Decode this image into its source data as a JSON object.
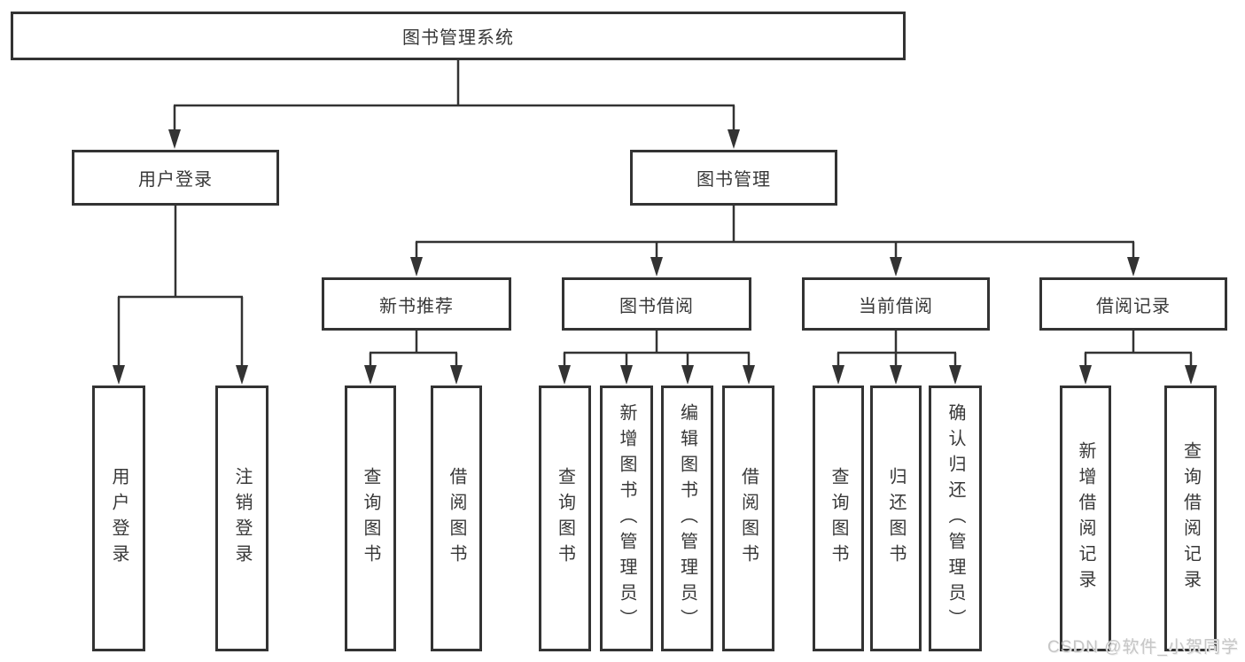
{
  "diagram": {
    "root": {
      "label": "图书管理系统"
    },
    "branches": [
      {
        "label": "用户登录",
        "children": [
          {
            "label": "用户登录"
          },
          {
            "label": "注销登录"
          }
        ]
      },
      {
        "label": "图书管理",
        "children": [
          {
            "label": "新书推荐",
            "children": [
              {
                "label": "查询图书"
              },
              {
                "label": "借阅图书"
              }
            ]
          },
          {
            "label": "图书借阅",
            "children": [
              {
                "label": "查询图书"
              },
              {
                "label": "新增图书（管理员）"
              },
              {
                "label": "编辑图书（管理员）"
              },
              {
                "label": "借阅图书"
              }
            ]
          },
          {
            "label": "当前借阅",
            "children": [
              {
                "label": "查询图书"
              },
              {
                "label": "归还图书"
              },
              {
                "label": "确认归还（管理员）"
              }
            ]
          },
          {
            "label": "借阅记录",
            "children": [
              {
                "label": "新增借阅记录"
              },
              {
                "label": "查询借阅记录"
              }
            ]
          }
        ]
      }
    ],
    "colors": {
      "line": "#333333",
      "box_border": "#333333",
      "text": "#383838",
      "background": "#ffffff",
      "watermark": "#c6c6c6"
    }
  },
  "watermark": {
    "text": "CSDN @软件_小贺同学"
  }
}
